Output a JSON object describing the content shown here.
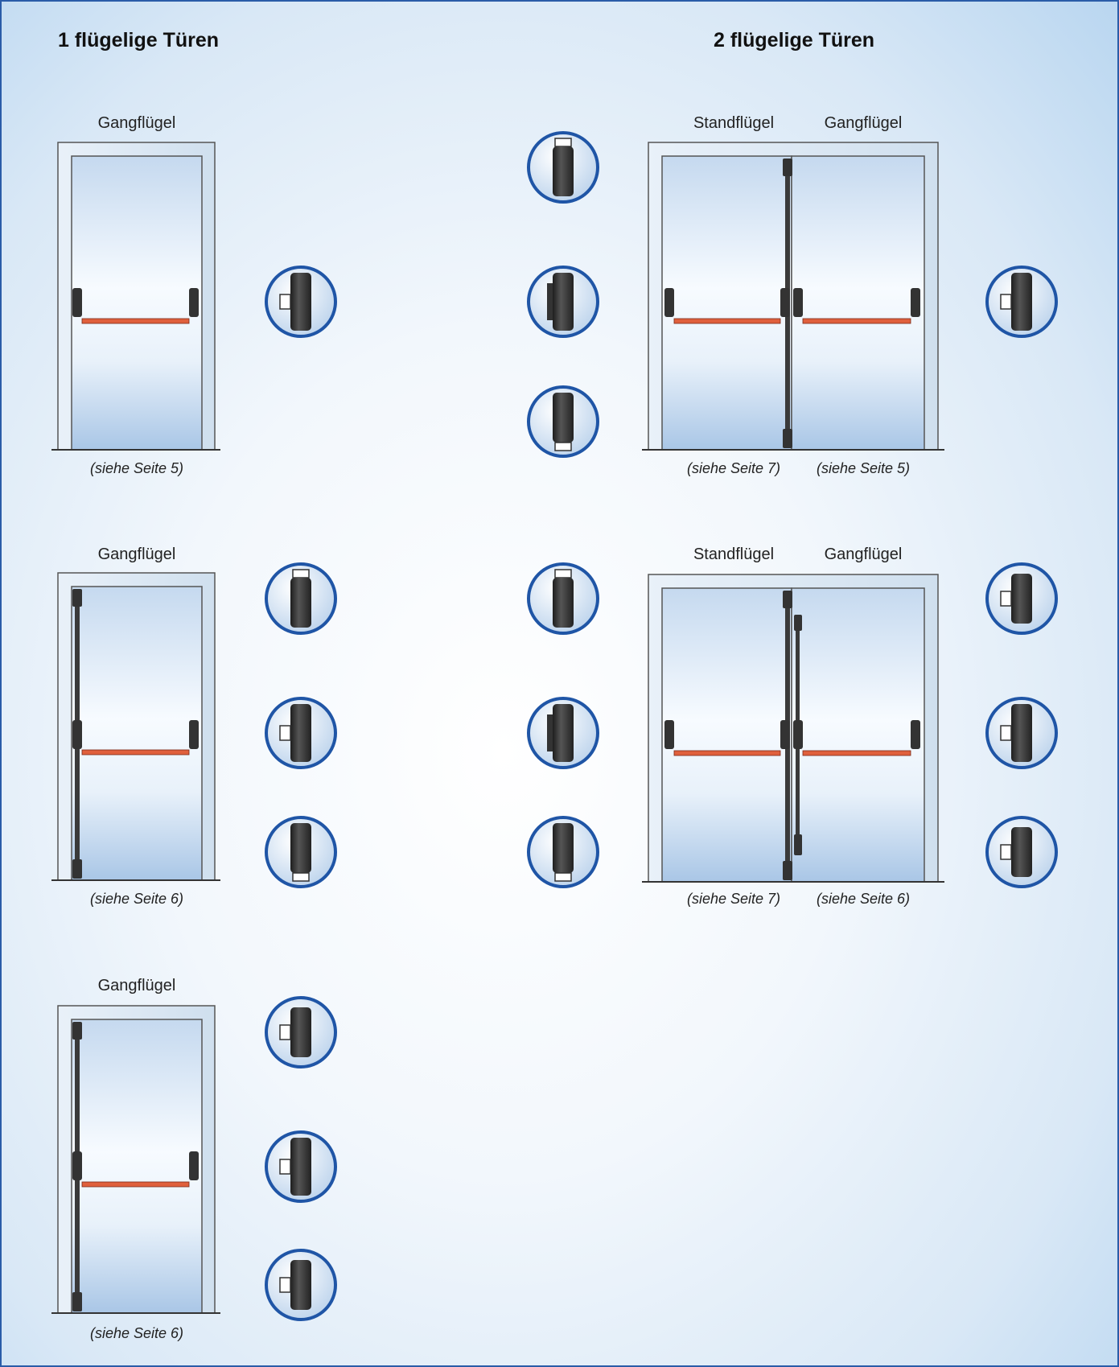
{
  "sections": {
    "single": {
      "title": "1 flügelige Türen"
    },
    "double": {
      "title": "2 flügelige Türen"
    }
  },
  "diagrams": [
    {
      "id": "single-1",
      "labels": [
        "Gangflügel"
      ],
      "refs": [
        "(siehe Seite 5)"
      ]
    },
    {
      "id": "single-2",
      "labels": [
        "Gangflügel"
      ],
      "refs": [
        "(siehe Seite 6)"
      ]
    },
    {
      "id": "single-3",
      "labels": [
        "Gangflügel"
      ],
      "refs": [
        "(siehe Seite 6)"
      ]
    },
    {
      "id": "double-1",
      "labels": [
        "Standflügel",
        "Gangflügel"
      ],
      "refs": [
        "(siehe Seite 7)",
        "(siehe Seite 5)"
      ]
    },
    {
      "id": "double-2",
      "labels": [
        "Standflügel",
        "Gangflügel"
      ],
      "refs": [
        "(siehe Seite 7)",
        "(siehe Seite 6)"
      ]
    }
  ],
  "colors": {
    "border": "#2a5ca8",
    "bar": "#e0603c",
    "lockBody": "#3a3a3a",
    "circleRing": "#1f55a6"
  }
}
